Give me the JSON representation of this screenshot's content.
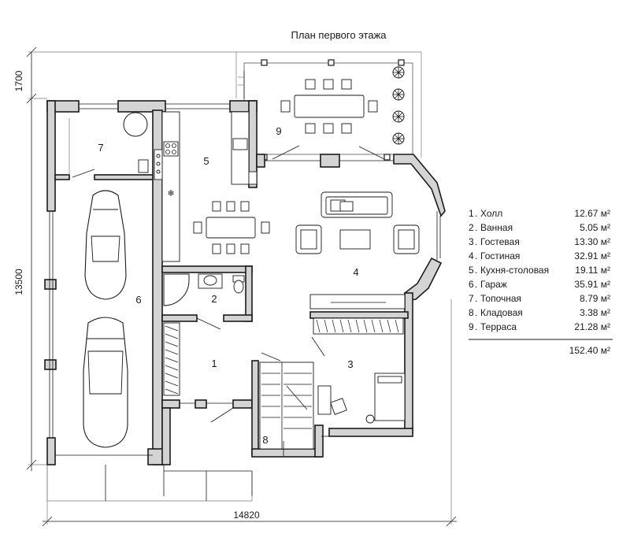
{
  "title": "План первого этажа",
  "dimensions": {
    "top": "1700",
    "left": "13500",
    "bottom": "14820"
  },
  "rooms": [
    {
      "no": "1",
      "name": "Холл",
      "area": "12.67 м²"
    },
    {
      "no": "2",
      "name": "Ванная",
      "area": "5.05 м²"
    },
    {
      "no": "3",
      "name": "Гостевая",
      "area": "13.30 м²"
    },
    {
      "no": "4",
      "name": "Гостиная",
      "area": "32.91 м²"
    },
    {
      "no": "5",
      "name": "Кухня-столовая",
      "area": "19.11 м²"
    },
    {
      "no": "6",
      "name": "Гараж",
      "area": "35.91 м²"
    },
    {
      "no": "7",
      "name": "Топочная",
      "area": "8.79 м²"
    },
    {
      "no": "8",
      "name": "Кладовая",
      "area": "3.38 м²"
    },
    {
      "no": "9",
      "name": "Терраса",
      "area": "21.28 м²"
    }
  ],
  "total": "152.40 м²",
  "snowflake": "❄"
}
